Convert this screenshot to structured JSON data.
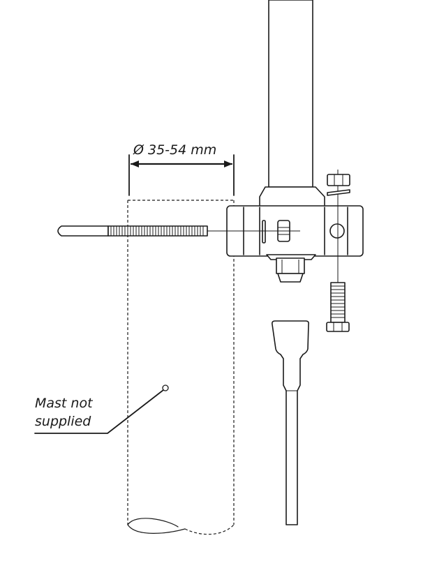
{
  "dimension_label": "Ø 35-54 mm",
  "mast_label": {
    "line1": "Mast not",
    "line2": "supplied"
  },
  "colors": {
    "ink": "#1a1a1a",
    "background": "#ffffff"
  }
}
